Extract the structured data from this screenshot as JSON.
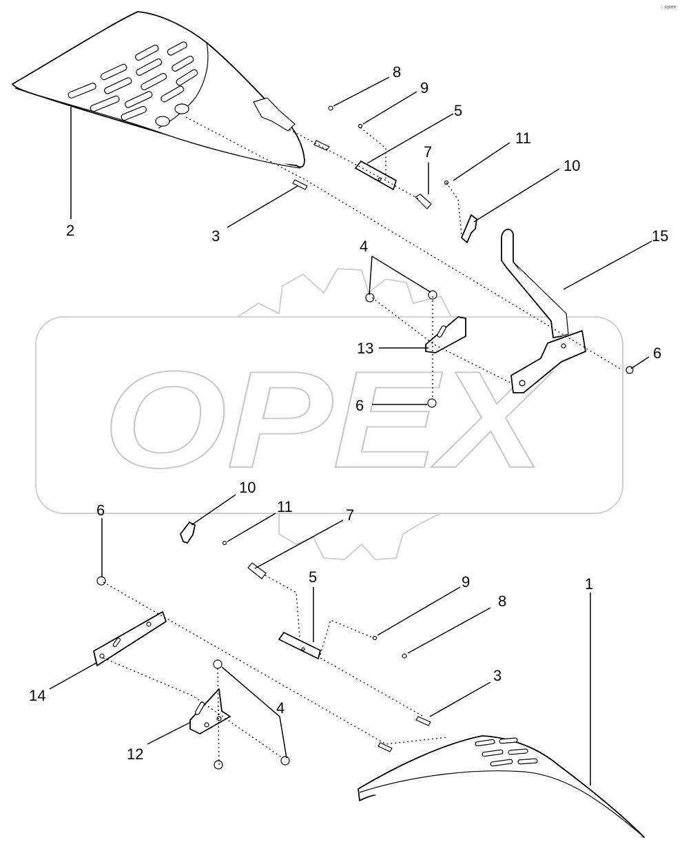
{
  "corner_mark": "∴ opex",
  "watermark": {
    "text": "OPEX"
  },
  "callouts": {
    "c1": "1",
    "c2": "2",
    "c3_top": "3",
    "c3_bottom": "3",
    "c4_top": "4",
    "c4_bottom": "4",
    "c5_top": "5",
    "c5_bottom": "5",
    "c6_right": "6",
    "c6_center": "6",
    "c6_left": "6",
    "c7_top": "7",
    "c7_bottom": "7",
    "c8_top": "8",
    "c8_bottom": "8",
    "c9_top": "9",
    "c9_bottom": "9",
    "c10_top": "10",
    "c10_bottom": "10",
    "c11_top": "11",
    "c11_bottom": "11",
    "c12": "12",
    "c13": "13",
    "c14": "14",
    "c15": "15"
  }
}
